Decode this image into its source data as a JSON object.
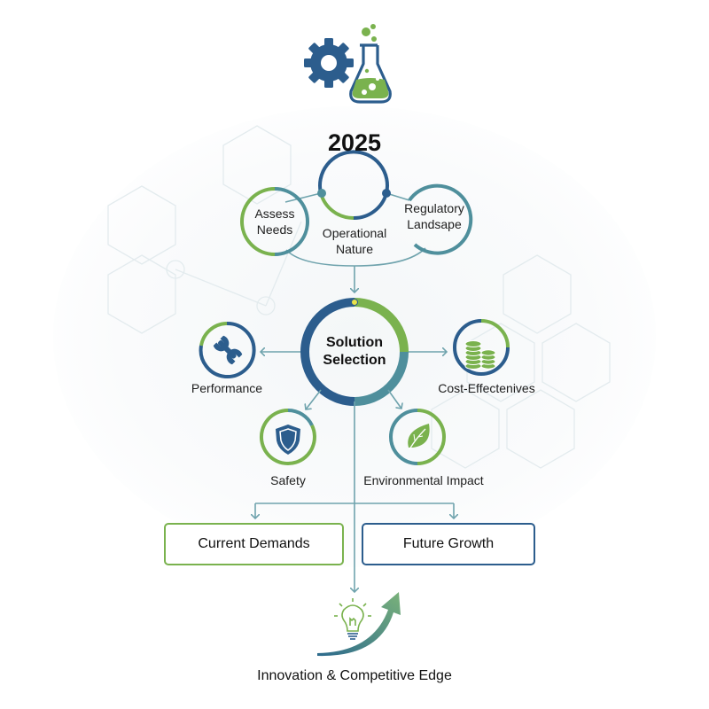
{
  "header": {
    "logo_icons": [
      "gear-icon",
      "flask-icon"
    ],
    "year": "2025"
  },
  "inputs": {
    "assess_needs": {
      "line1": "Assess",
      "line2": "Needs"
    },
    "operational_nature": {
      "line1": "Operational",
      "line2": "Nature"
    },
    "regulatory_landscape": {
      "line1": "Regulatory",
      "line2": "Landsape"
    }
  },
  "center": {
    "line1": "Solution",
    "line2": "Selection"
  },
  "criteria": [
    {
      "label": "Performance",
      "icon": "wrench-icon"
    },
    {
      "label": "Cost-Effectenives",
      "icon": "coins-icon"
    },
    {
      "label": "Safety",
      "icon": "shield-icon"
    },
    {
      "label": "Environmental Impact",
      "icon": "leaf-icon"
    }
  ],
  "outcomes": {
    "current": "Current Demands",
    "future": "Future Growth"
  },
  "footer": {
    "icon": "lightbulb-icon",
    "label": "Innovation & Competitive Edge"
  },
  "colors": {
    "navy": "#2c5d8d",
    "green": "#7ab24e",
    "teal": "#4f8f9c",
    "connector": "#6fa3ad",
    "hex_bg": "#e6eef0"
  }
}
